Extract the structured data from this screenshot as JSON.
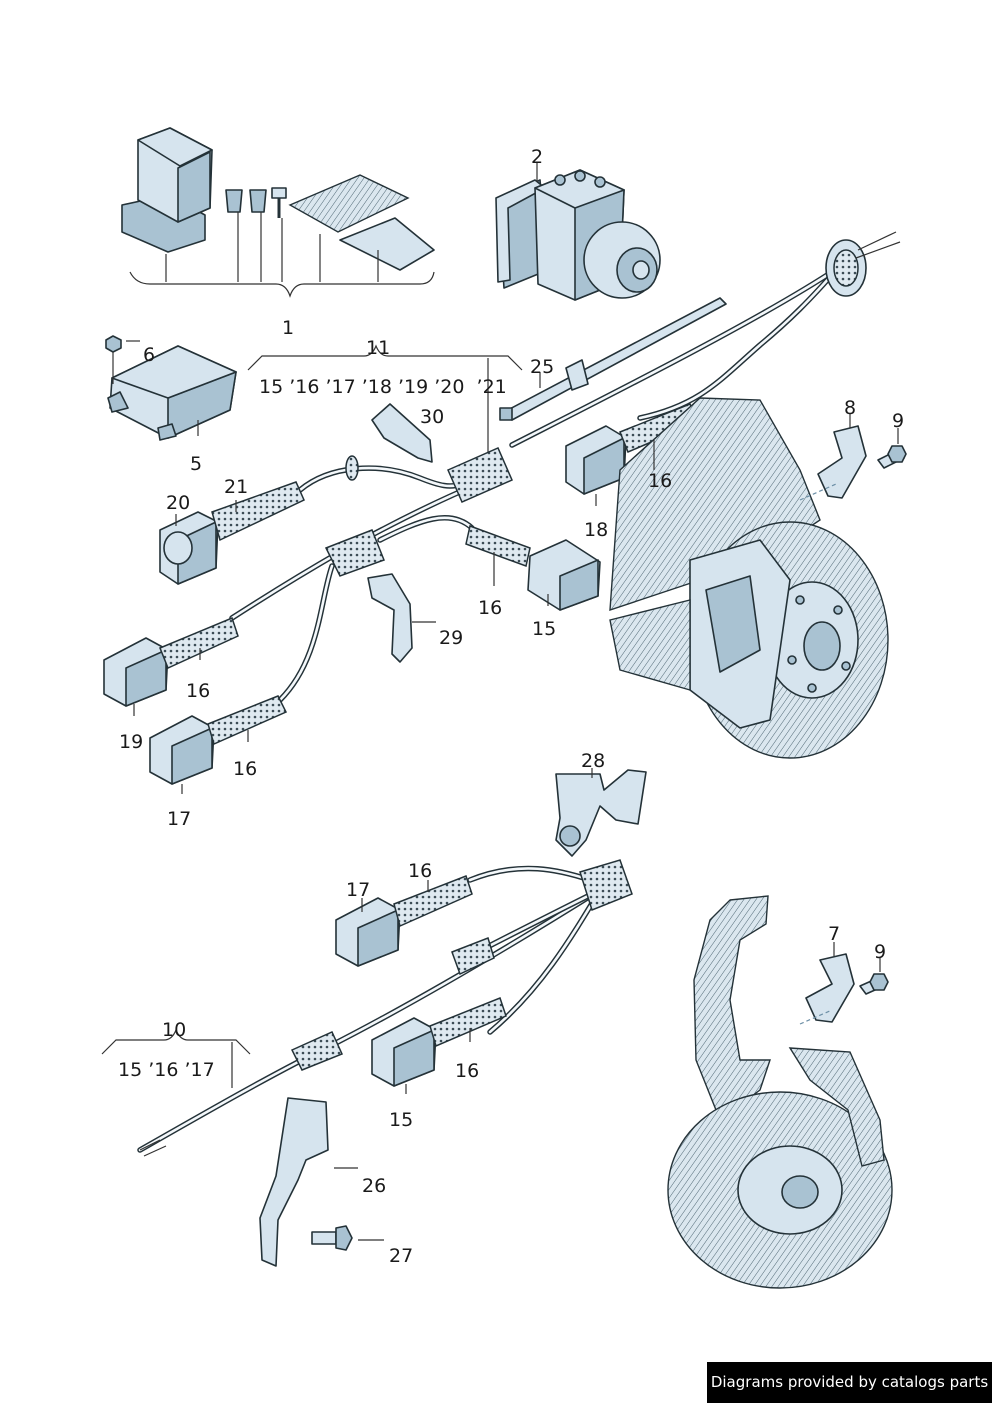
{
  "labels": {
    "part_1": "1",
    "part_2": "2",
    "part_5": "5",
    "part_6": "6",
    "part_7": "7",
    "part_8": "8",
    "part_9_upper": "9",
    "part_9_lower": "9",
    "part_10": "10",
    "part_11": "11",
    "part_15_a": "15",
    "part_15_b": "15",
    "part_16_a": "16",
    "part_16_b": "16",
    "part_16_c": "16",
    "part_16_d": "16",
    "part_16_e": "16",
    "part_16_f": "16",
    "part_17_a": "17",
    "part_17_b": "17",
    "part_18": "18",
    "part_19": "19",
    "part_20": "20",
    "part_21": "21",
    "part_25": "25",
    "part_26": "26",
    "part_27": "27",
    "part_28": "28",
    "part_29": "29",
    "part_30": "30"
  },
  "group_11_items": "15 ’16 ’17 ’18 ’19 ’20  ’21",
  "group_10_items": "15 ’16 ’17",
  "credit": "Diagrams provided by catalogs parts"
}
